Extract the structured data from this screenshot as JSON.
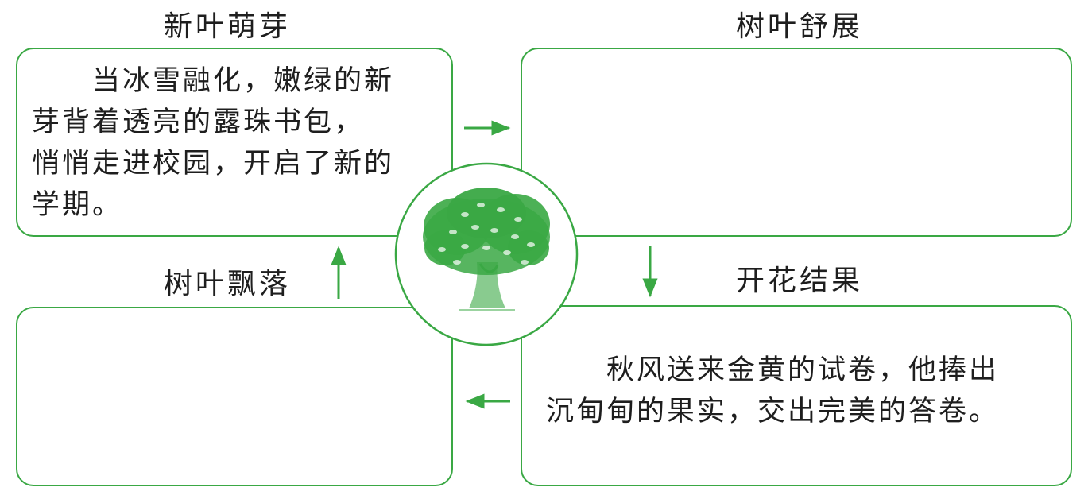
{
  "stages": {
    "spring": {
      "title": "新叶萌芽",
      "line1": "　　当冰雪融化，嫩绿的新",
      "line2": "芽背着透亮的露珠书包，",
      "line3": "悄悄走进校园，开启了新的",
      "line4": "学期。"
    },
    "summer": {
      "title": "树叶舒展"
    },
    "autumn": {
      "title": "开花结果",
      "line1": "　　秋风送来金黄的试卷，他捧出",
      "line2": "沉甸甸的果实，交出完美的答卷。"
    },
    "winter": {
      "title": "树叶飘落"
    }
  },
  "colors": {
    "accent": "#3aa844",
    "text": "#1e1e1e"
  },
  "center_image": "tree-icon"
}
